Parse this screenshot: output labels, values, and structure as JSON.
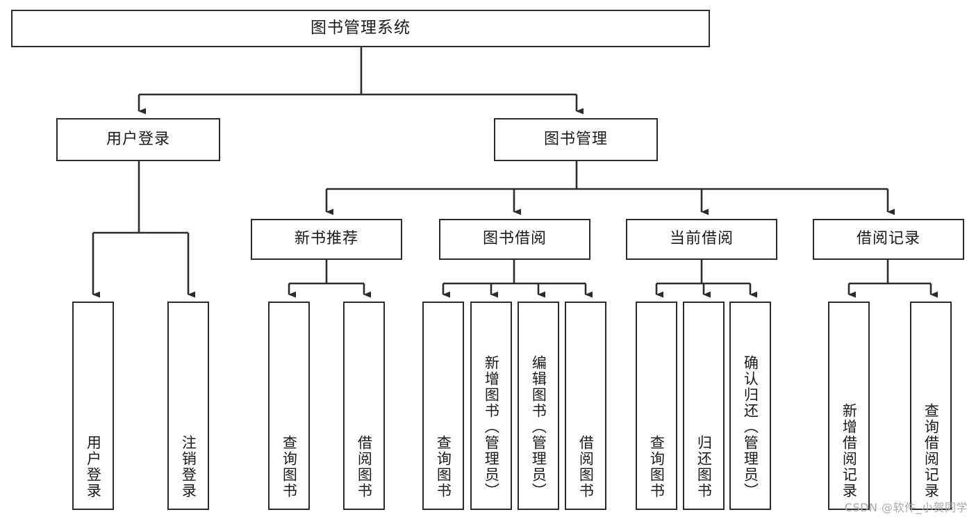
{
  "diagram": {
    "title": "图书管理系统",
    "watermark": "CSDN @软件_小贺同学",
    "colors": {
      "box_border": "#2b2b2b",
      "connector": "#2b2b2b",
      "background": "#ffffff",
      "text": "#1a1a1a",
      "watermark": "#a8a8a8"
    }
  },
  "nodes": {
    "root": {
      "label": "图书管理系统"
    },
    "level1": [
      {
        "label": "用户登录"
      },
      {
        "label": "图书管理"
      }
    ],
    "level2": [
      {
        "label": "新书推荐"
      },
      {
        "label": "图书借阅"
      },
      {
        "label": "当前借阅"
      },
      {
        "label": "借阅记录"
      }
    ],
    "leaves": {
      "user_login": [
        {
          "label": "用户登录"
        },
        {
          "label": "注销登录"
        }
      ],
      "new_book_recommend": [
        {
          "label": "查询图书"
        },
        {
          "label": "借阅图书"
        }
      ],
      "book_borrow": [
        {
          "label": "查询图书"
        },
        {
          "label": "新增图书（管理员）"
        },
        {
          "label": "编辑图书（管理员）"
        },
        {
          "label": "借阅图书"
        }
      ],
      "current_borrow": [
        {
          "label": "查询图书"
        },
        {
          "label": "归还图书"
        },
        {
          "label": "确认归还（管理员）"
        }
      ],
      "borrow_record": [
        {
          "label": "新增借阅记录"
        },
        {
          "label": "查询借阅记录"
        }
      ]
    }
  }
}
